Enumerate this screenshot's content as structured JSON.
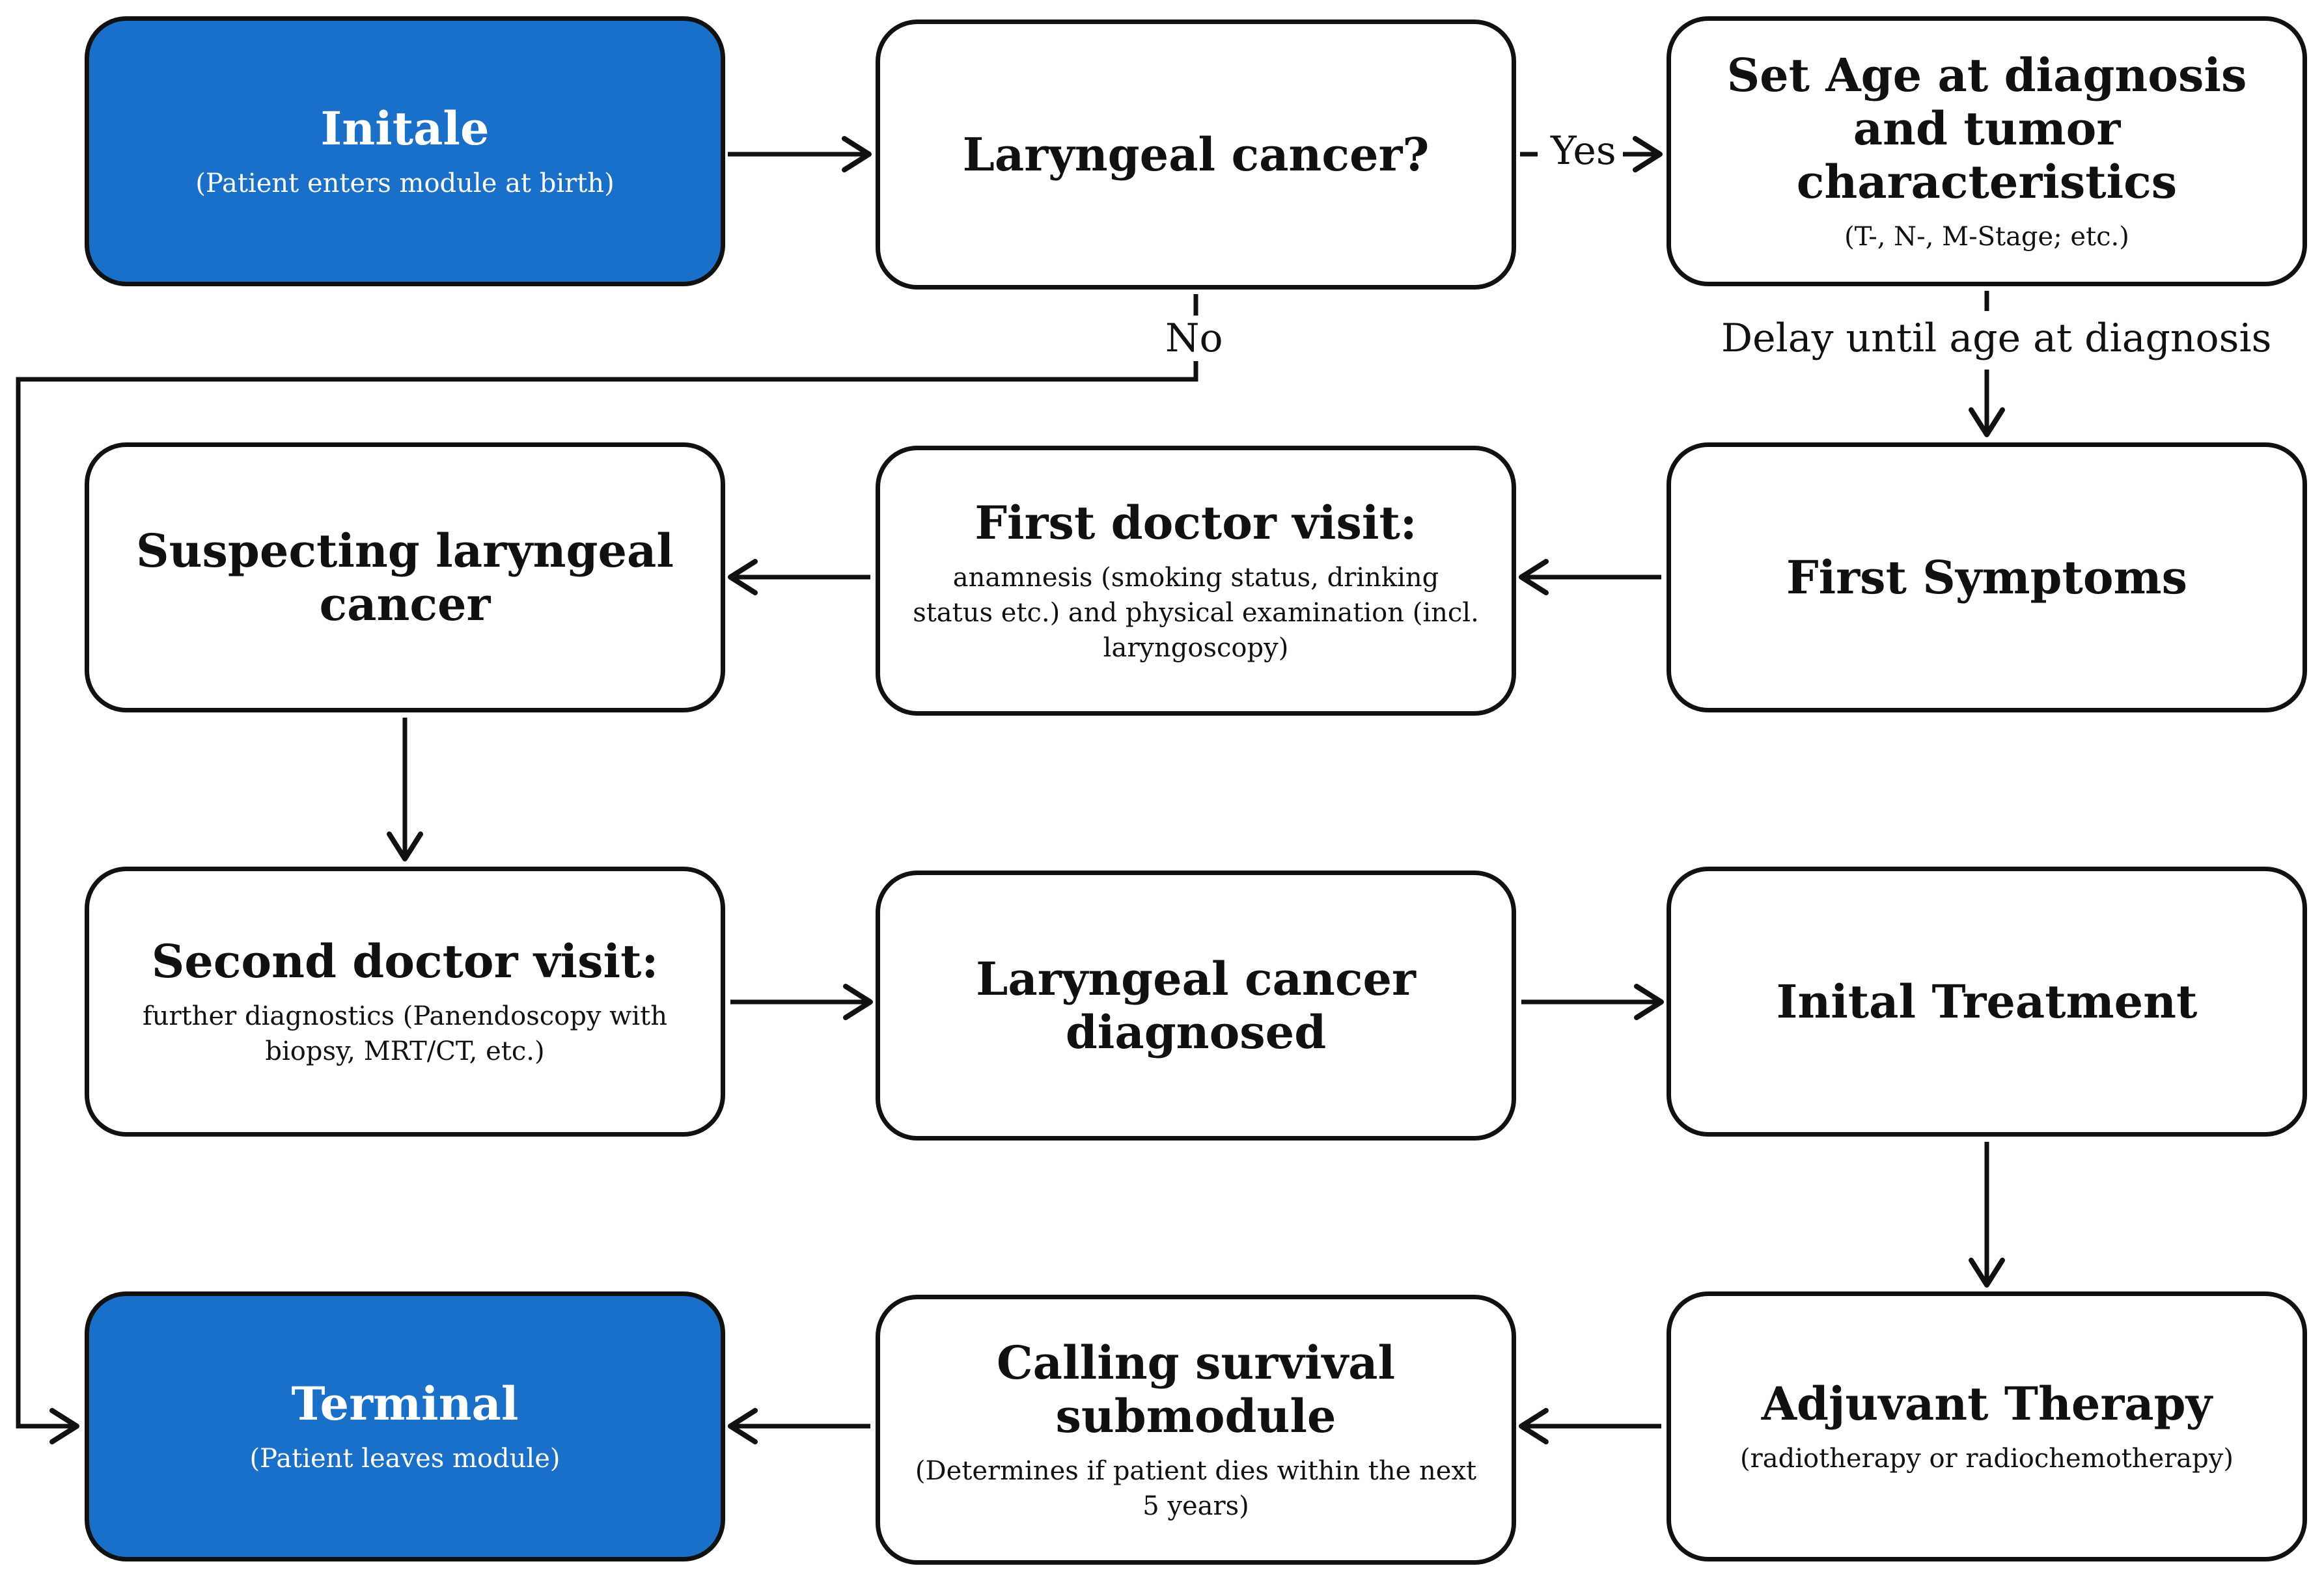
{
  "nodes": {
    "initale": {
      "title": "Initale",
      "sub": "(Patient enters module at birth)"
    },
    "laryngeal_cancer_question": {
      "title": "Laryngeal cancer?"
    },
    "set_age": {
      "title": "Set Age at diagnosis and tumor characteristics",
      "sub": "(T-, N-, M-Stage; etc.)"
    },
    "suspecting": {
      "title": "Suspecting laryngeal cancer"
    },
    "first_doctor_visit": {
      "title": "First doctor visit:",
      "sub": "anamnesis (smoking status, drinking status etc.) and physical examination (incl. laryngoscopy)"
    },
    "first_symptoms": {
      "title": "First Symptoms"
    },
    "second_doctor_visit": {
      "title": "Second doctor visit:",
      "sub": "further diagnostics (Panendoscopy with biopsy, MRT/CT, etc.)"
    },
    "diagnosed": {
      "title": "Laryngeal cancer diagnosed"
    },
    "initial_treatment": {
      "title": "Inital Treatment"
    },
    "terminal": {
      "title": "Terminal",
      "sub": "(Patient leaves module)"
    },
    "survival": {
      "title": "Calling survival submodule",
      "sub": "(Determines if patient dies within the next 5 years)"
    },
    "adjuvant": {
      "title": "Adjuvant Therapy",
      "sub": "(radiotherapy or radiochemotherapy)"
    }
  },
  "edges": {
    "yes_label": "Yes",
    "no_label": "No",
    "delay_label": "Delay until age at diagnosis"
  },
  "colors": {
    "terminal_fill": "#1a6fc9",
    "stroke": "#111111"
  }
}
